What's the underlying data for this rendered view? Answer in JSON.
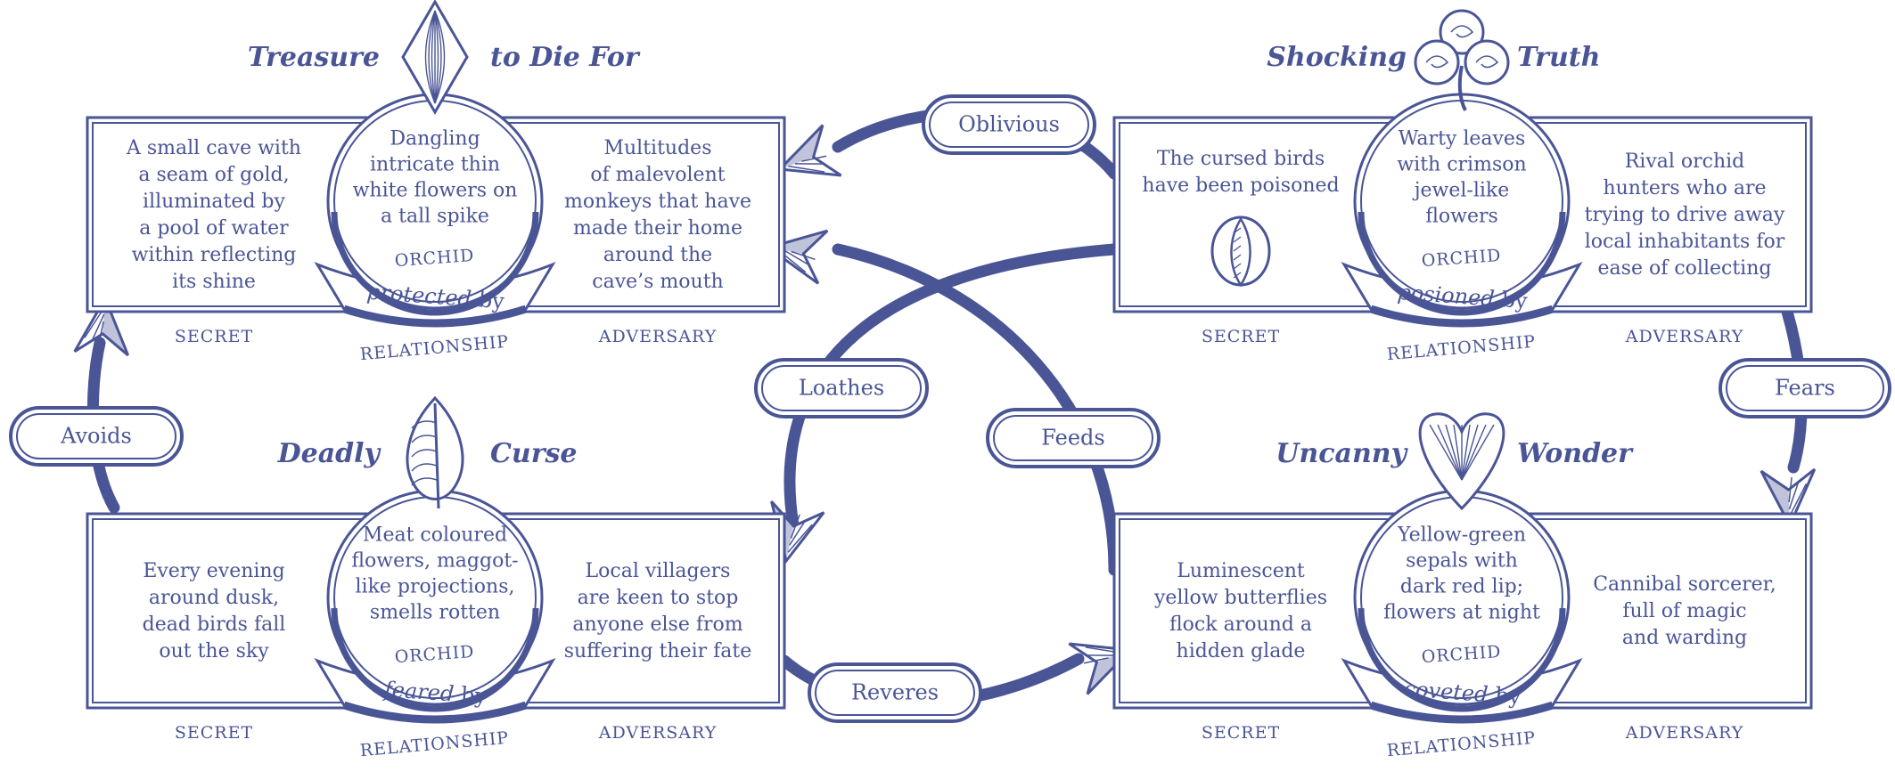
{
  "colors": {
    "ink": "#4a5596",
    "paper": "#ffffff"
  },
  "cards": [
    {
      "id": "treasure",
      "title_left": "Treasure",
      "title_right": "to Die For",
      "suit_icon": "diamond-icon",
      "secret": [
        "A small cave with",
        "a seam of gold,",
        "illuminated by",
        "a pool of water",
        "within reflecting",
        "its shine"
      ],
      "orchid": [
        "Dangling",
        "intricate thin",
        "white flowers on",
        "a tall spike"
      ],
      "adversary": [
        "Multitudes",
        "of malevolent",
        "monkeys that have",
        "made their home",
        "around the",
        "cave’s mouth"
      ],
      "relationship_verb": "protected",
      "relationship_by": "by",
      "label_secret": "SECRET",
      "label_orchid": "ORCHID",
      "label_adversary": "ADVERSARY",
      "label_relationship": "RELATIONSHIP"
    },
    {
      "id": "shocking",
      "title_left": "Shocking",
      "title_right": "Truth",
      "suit_icon": "club-icon",
      "secret": [
        "The cursed birds",
        "have been poisoned"
      ],
      "orchid": [
        "Warty leaves",
        "with crimson",
        "jewel-like",
        "flowers"
      ],
      "adversary": [
        "Rival orchid",
        "hunters who are",
        "trying to drive away",
        "local inhabitants for",
        "ease of collecting"
      ],
      "relationship_verb": "posioned",
      "relationship_by": "by",
      "label_secret": "SECRET",
      "label_orchid": "ORCHID",
      "label_adversary": "ADVERSARY",
      "label_relationship": "RELATIONSHIP"
    },
    {
      "id": "deadly",
      "title_left": "Deadly",
      "title_right": "Curse",
      "suit_icon": "spade-icon",
      "secret": [
        "Every evening",
        "around dusk,",
        "dead birds fall",
        "out the sky"
      ],
      "orchid": [
        "Meat coloured",
        "flowers, maggot-",
        "like projections,",
        "smells rotten"
      ],
      "adversary": [
        "Local villagers",
        "are keen to stop",
        "anyone else from",
        "suffering their fate"
      ],
      "relationship_verb": "feared",
      "relationship_by": "by",
      "label_secret": "SECRET",
      "label_orchid": "ORCHID",
      "label_adversary": "ADVERSARY",
      "label_relationship": "RELATIONSHIP"
    },
    {
      "id": "uncanny",
      "title_left": "Uncanny",
      "title_right": "Wonder",
      "suit_icon": "heart-icon",
      "secret": [
        "Luminescent",
        "yellow butterflies",
        "flock around a",
        "hidden glade"
      ],
      "orchid": [
        "Yellow-green",
        "sepals with",
        "dark red lip;",
        "flowers at night"
      ],
      "adversary": [
        "Cannibal sorcerer,",
        "full of magic",
        "and warding"
      ],
      "relationship_verb": "coveted",
      "relationship_by": "by",
      "label_secret": "SECRET",
      "label_orchid": "ORCHID",
      "label_adversary": "ADVERSARY",
      "label_relationship": "RELATIONSHIP"
    }
  ],
  "links": [
    {
      "id": "oblivious",
      "label": "Oblivious"
    },
    {
      "id": "loathes",
      "label": "Loathes"
    },
    {
      "id": "feeds",
      "label": "Feeds"
    },
    {
      "id": "fears",
      "label": "Fears"
    },
    {
      "id": "avoids",
      "label": "Avoids"
    },
    {
      "id": "reveres",
      "label": "Reveres"
    }
  ]
}
